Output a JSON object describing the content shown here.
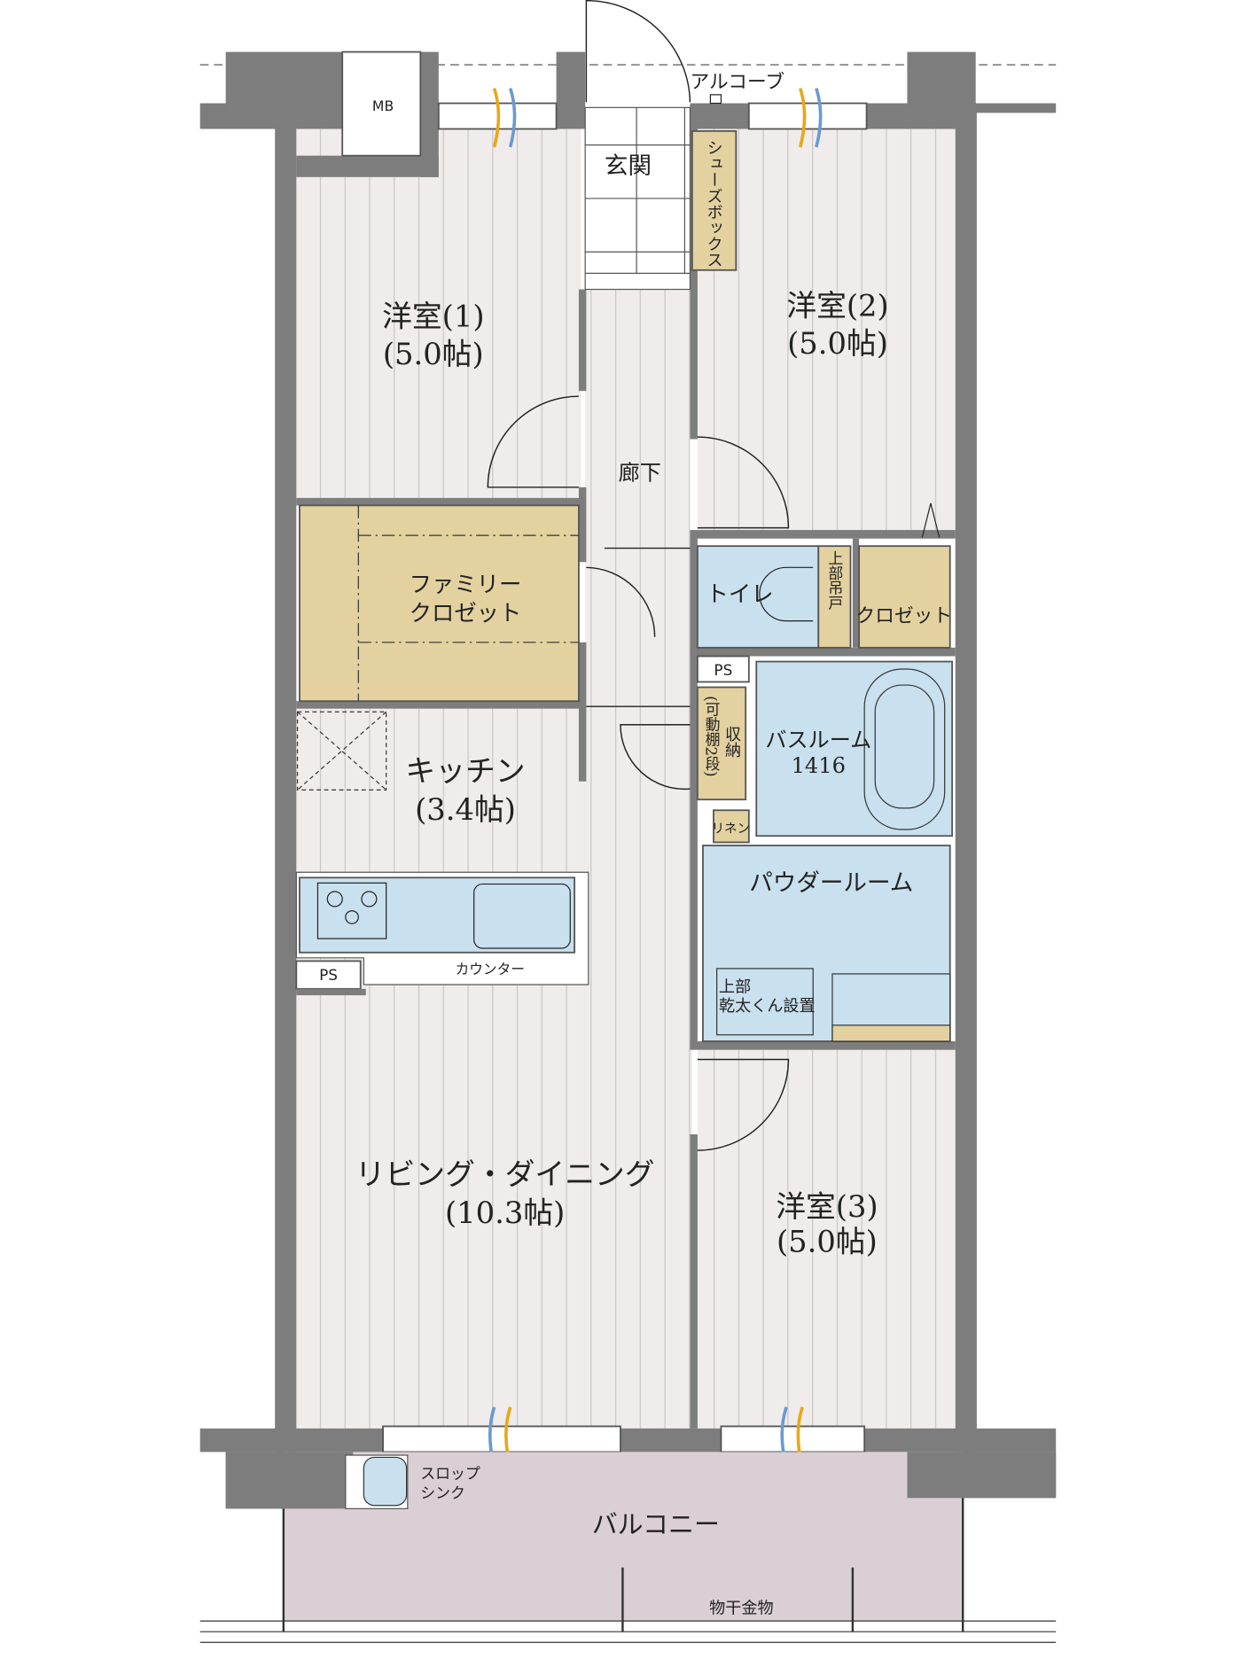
{
  "rooms": {
    "western1": {
      "name": "洋室(1)",
      "size": "(5.0帖)"
    },
    "western2": {
      "name": "洋室(2)",
      "size": "(5.0帖)"
    },
    "western3": {
      "name": "洋室(3)",
      "size": "(5.0帖)"
    },
    "ld": {
      "name": "リビング・ダイニング",
      "size": "(10.3帖)"
    },
    "kitchen": {
      "name": "キッチン",
      "size": "(3.4帖)"
    },
    "entrance": "玄関",
    "corridor": "廊下",
    "alcove": "アルコーブ",
    "mb": "MB",
    "shoebox": "シューズボックス",
    "family_closet": [
      "ファミリー",
      "クロゼット"
    ],
    "toilet": "トイレ",
    "upper_cabinet": "上部吊戸",
    "closet": "クロゼット",
    "ps_upper": "PS",
    "ps_kitchen": "PS",
    "storage": [
      "収納",
      "(可動棚2段)"
    ],
    "linen": "リネン",
    "bathroom": {
      "name": "バスルーム",
      "size": "1416"
    },
    "powder_room": "パウダールーム",
    "dryer": [
      "上部",
      "乾太くん設置"
    ],
    "counter": "カウンター",
    "slop_sink": [
      "スロップ",
      "シンク"
    ],
    "balcony": "バルコニー",
    "drying_hardware": "物干金物"
  },
  "colors": {
    "wall": "#7d7d7d",
    "floor": "#efeceb",
    "storage": "#e3d1a0",
    "wet_area": "#c9e0ee",
    "balcony": "#d9cfd4"
  }
}
